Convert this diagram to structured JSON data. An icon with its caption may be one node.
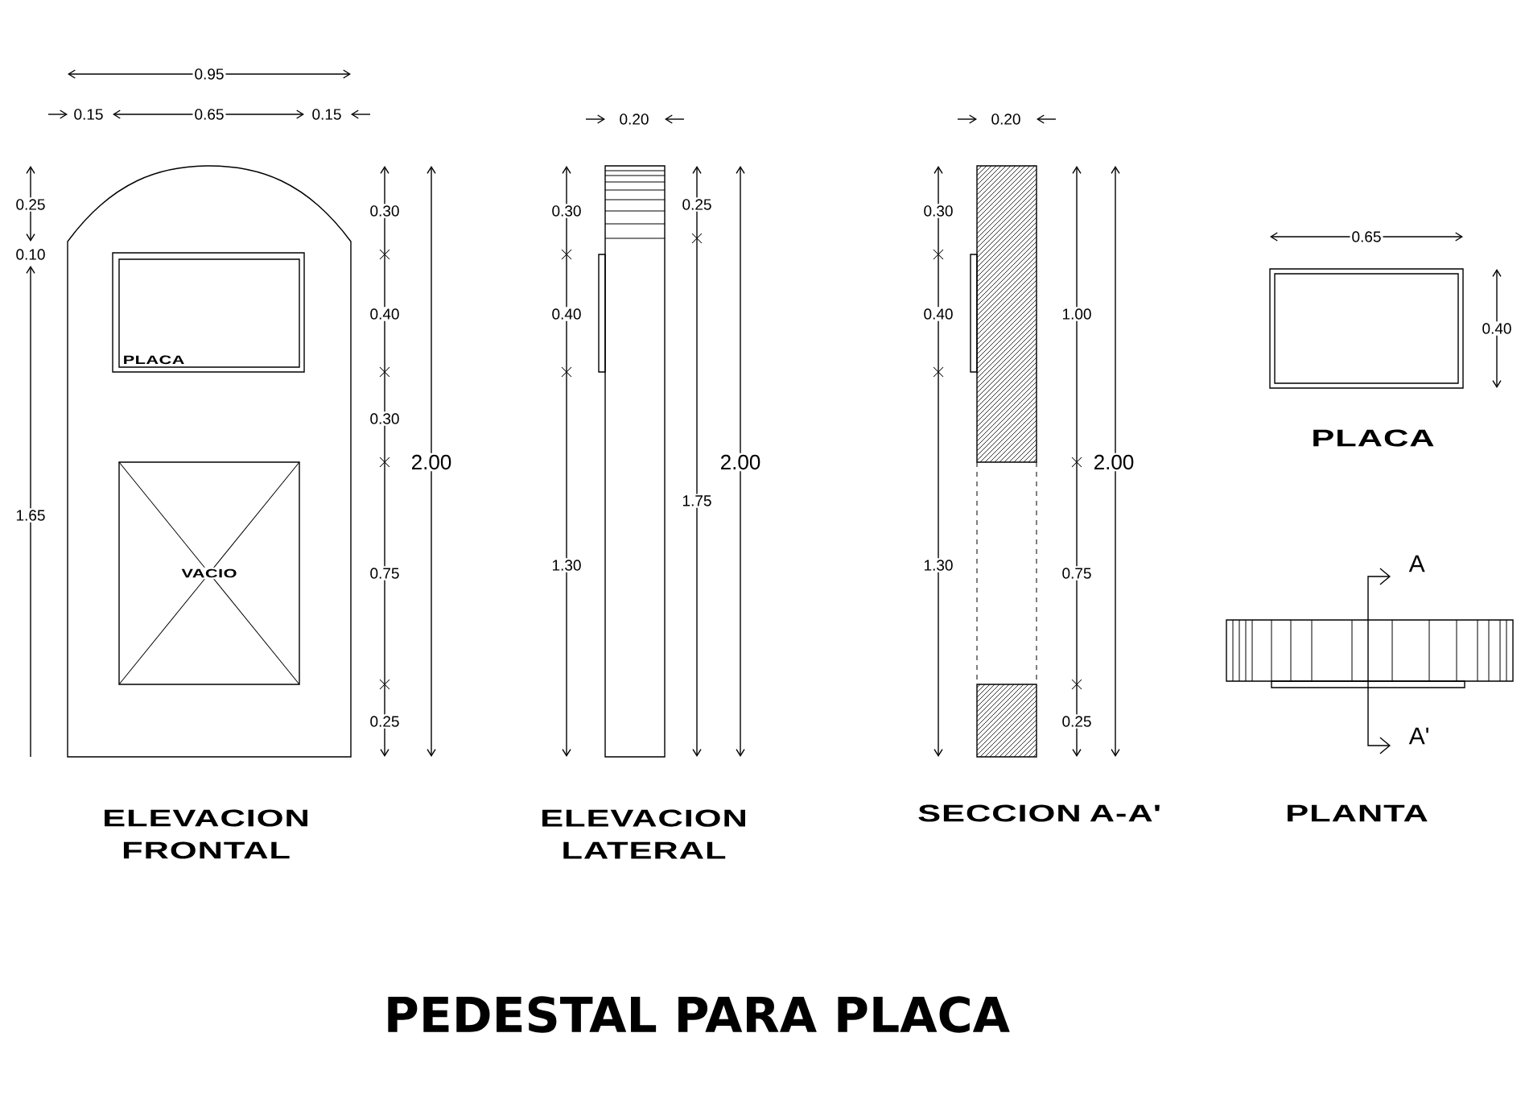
{
  "diagram": {
    "title": "PEDESTAL PARA PLACA",
    "nodes": [
      {
        "text": [
          "PLACA"
        ]
      },
      {
        "text": [
          "VACIO"
        ]
      }
    ],
    "labels": [
      "0.95",
      "0.15",
      "0.65",
      "0.15",
      "0.20",
      "0.20",
      "0.25",
      "0.10",
      "1.65",
      "0.30",
      "0.40",
      "0.30",
      "0.75",
      "0.25",
      "2.00",
      "0.30",
      "0.40",
      "1.30",
      "0.25",
      "1.75",
      "2.00",
      "0.30",
      "0.40",
      "1.30",
      "1.00",
      "0.75",
      "0.25",
      "2.00",
      "0.65",
      "0.40",
      "PLACA",
      "A",
      "A'",
      "ELEVACION FRONTAL",
      "ELEVACION LATERAL",
      "SECCION A-A'",
      "PLANTA"
    ]
  }
}
